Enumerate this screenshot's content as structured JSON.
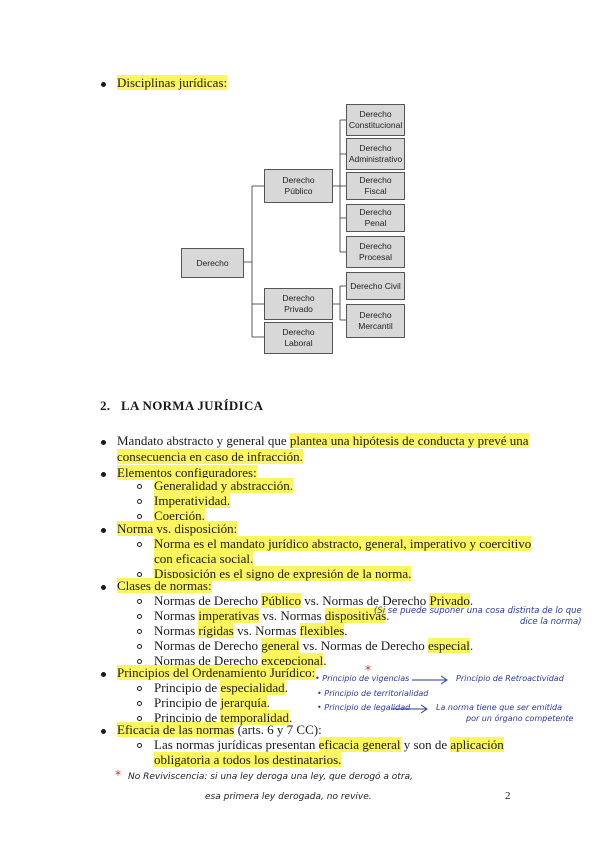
{
  "disciplines": {
    "label": "Disciplinas jurídicas:",
    "root": "Derecho",
    "publico": "Derecho Público",
    "privado": "Derecho Privado",
    "laboral": "Derecho Laboral",
    "constitucional": "Derecho Constitucional",
    "administrativo": "Derecho Administrativo",
    "fiscal": "Derecho Fiscal",
    "penal": "Derecho Penal",
    "procesal": "Derecho Procesal",
    "civil": "Derecho Civil",
    "mercantil": "Derecho Mercantil"
  },
  "section": {
    "number": "2.",
    "title": "LA NORMA JURÍDICA"
  },
  "items": {
    "mandato_plain": "Mandato abstracto y general que ",
    "mandato_hl": "plantea una hipótesis de conducta y prevé una",
    "mandato_hl2": "consecuencia en caso de infracción.",
    "elementos": "Elementos configuradores:",
    "generalidad": "Generalidad y abstracción.",
    "imperatividad": "Imperatividad.",
    "coercion": "Coerción.",
    "norma_vs": "Norma vs. disposición:",
    "norma_def1": "Norma es el mandato jurídico abstracto, general, imperativo y coercitivo",
    "norma_def2": "con eficacia social.",
    "disposicion": "Disposición es el signo de expresión de la norma.",
    "clases": "Clases de normas:",
    "clase1_a": "Normas de Derecho ",
    "clase1_b": "Público",
    "clase1_c": " vs. Normas de Derecho ",
    "clase1_d": "Privado",
    "clase1_e": ".",
    "clase2_a": "Normas ",
    "clase2_b": "imperativas",
    "clase2_c": " vs. Normas ",
    "clase2_d": "dispositivas",
    "clase2_e": ".",
    "clase3_a": "Normas ",
    "clase3_b": "rígidas",
    "clase3_c": " vs. Normas ",
    "clase3_d": "flexibles",
    "clase3_e": ".",
    "clase4_a": "Normas de Derecho ",
    "clase4_b": "general",
    "clase4_c": " vs. Normas de Derecho ",
    "clase4_d": "especial",
    "clase4_e": ".",
    "clase5_a": "Normas de Derecho ",
    "clase5_b": "excepcional",
    "clase5_c": ".",
    "principios": "Principios del Ordenamiento Jurídico:",
    "p1_a": "Principio de ",
    "p1_b": "especialidad",
    "p1_c": ".",
    "p2_a": "Principio de ",
    "p2_b": "jerarquía",
    "p2_c": ".",
    "p3_a": "Principio de ",
    "p3_b": "temporalidad",
    "p3_c": ".",
    "eficacia_a": "Eficacia de las normas",
    "eficacia_b": " (arts. 6 y 7 CC):",
    "ef1_a": "Las normas jurídicas presentan ",
    "ef1_b": "eficacia general",
    "ef1_c": " y son de ",
    "ef1_d": "aplicación",
    "ef2": "obligatoria a todos los destinatarios."
  },
  "handwriting": {
    "dispositivas_note1": "(Si se puede suponer una cosa distinta de lo que",
    "dispositivas_note2": "dice la norma)",
    "vigencia": "• Principio de vigencias",
    "retroactividad": "Principio de Retroactividad",
    "territorialidad": "• Principio de territorialidad",
    "legalidad": "• Principio de legalidad",
    "legalidad_note1": "La norma tiene que ser emitida",
    "legalidad_note2": "por un órgano competente",
    "reviviscencia1": "No Reviviscencia: si una ley deroga una ley, que derogó a otra,",
    "reviviscencia2": "esa primera ley derogada, no revive."
  },
  "page_number": "2"
}
